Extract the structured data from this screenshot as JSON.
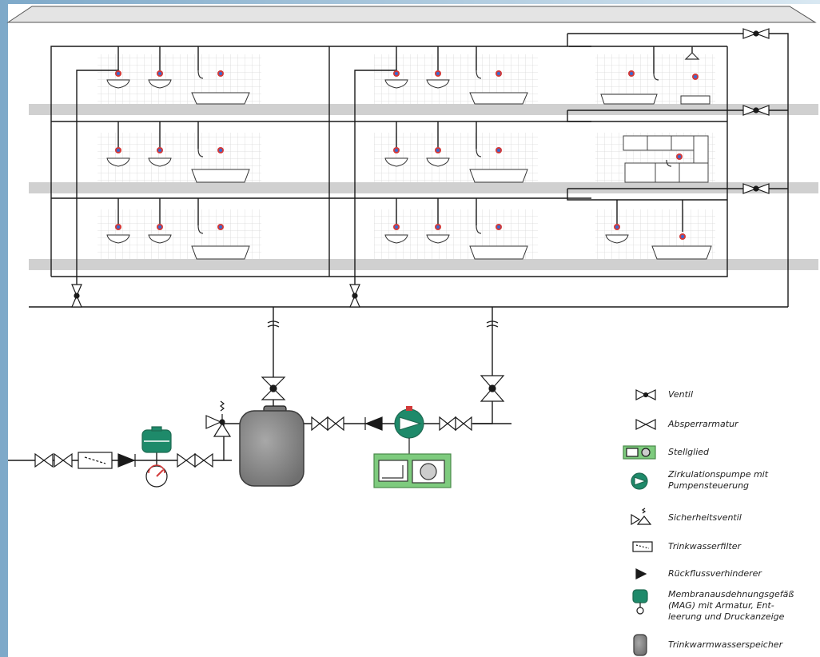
{
  "legend": {
    "ventil": "Ventil",
    "absperr": "Absperrarmatur",
    "stellglied": "Stellglied",
    "pumpe": "Zirkulationspumpe mit\nPumpensteuerung",
    "sicherheit": "Sicherheitsventil",
    "filter": "Trinkwasserfilter",
    "rueckfluss": "Rückflussverhinderer",
    "mag": "Membranausdehnungsgefäß\n(MAG) mit Armatur, Ent-\nleerung und Druckanzeige",
    "speicher": "Trinkwarmwasserspeicher"
  },
  "colors": {
    "pipe": "#1a1a1a",
    "tile_grid": "#d8d8d8",
    "floor_slab": "#d0d0d0",
    "tank": "#8a8a8a",
    "green": "#1e8a6a",
    "green_panel": "#7ecb7e",
    "tap_red": "#d23a3a",
    "tap_blue": "#3a6ad2",
    "background": "#bcd6e8"
  },
  "icons": [
    "valve-icon",
    "shutoff-valve-icon",
    "actuator-icon",
    "circulation-pump-icon",
    "safety-valve-icon",
    "water-filter-icon",
    "check-valve-icon",
    "expansion-vessel-icon",
    "hot-water-tank-icon",
    "washbasin-icon",
    "bathtub-icon",
    "shower-head-icon",
    "faucet-icon",
    "pressure-gauge-icon"
  ]
}
